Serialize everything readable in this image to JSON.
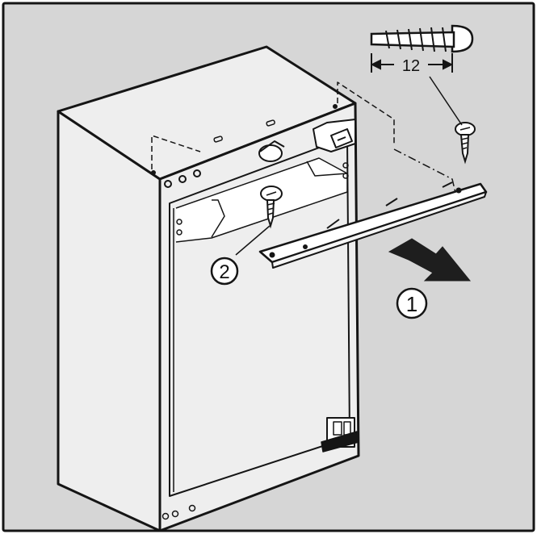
{
  "colors": {
    "background": "#d6d6d6",
    "panel_fill": "#eeeeee",
    "line": "#151515",
    "arrow": "#1e1e1e",
    "callout_fill": "#ffffff"
  },
  "icons": [
    "screw-icon",
    "arrow-icon"
  ],
  "labels": {
    "dimension": "12",
    "step_1": "1",
    "step_2": "2"
  }
}
